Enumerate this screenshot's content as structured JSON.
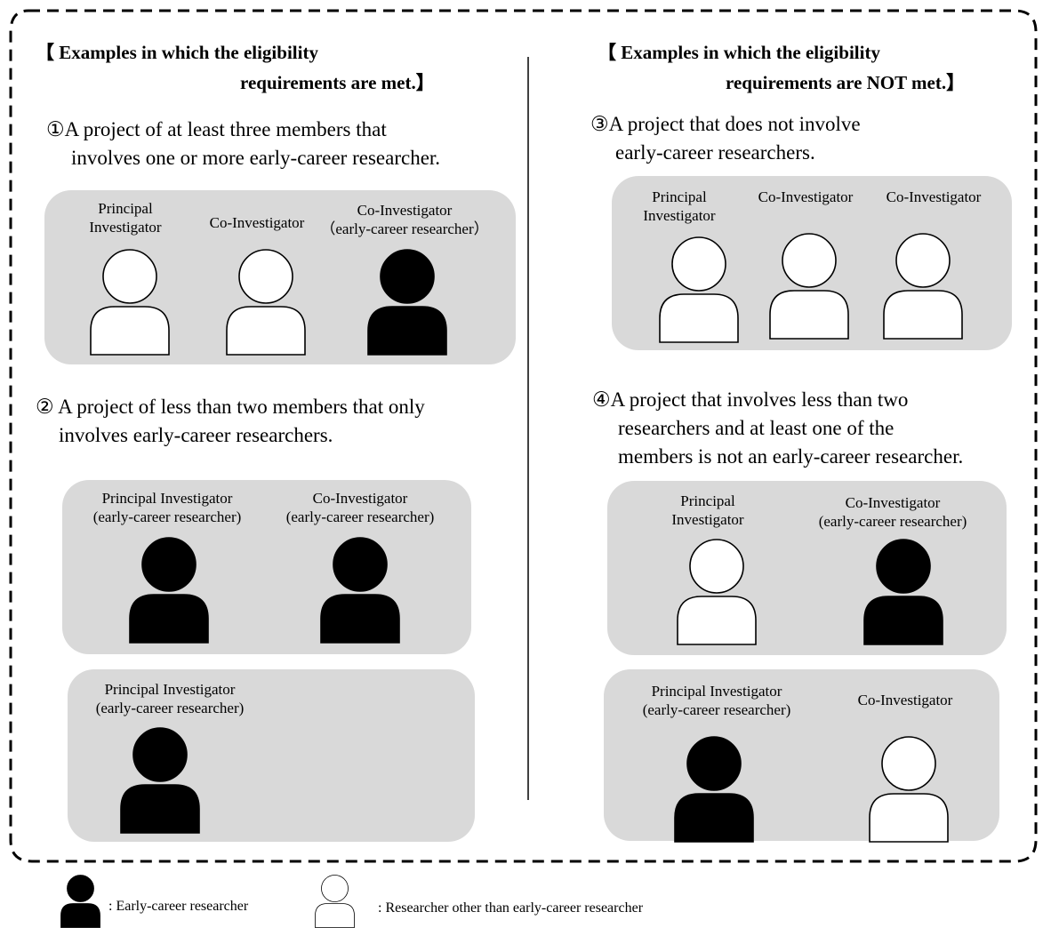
{
  "left": {
    "heading_line1": "【 Examples in which the eligibility",
    "heading_line2": "requirements are met.】",
    "ex1": {
      "line1": "①A project of at least three members that",
      "line2": "involves one or more early-career researcher.",
      "members": [
        {
          "role_line1": "Principal",
          "role_line2": "Investigator",
          "type": "other"
        },
        {
          "role_line1": "Co-Investigator",
          "role_line2": "",
          "type": "other"
        },
        {
          "role_line1": "Co-Investigator",
          "role_line2": "（early-career researcher）",
          "type": "early-career"
        }
      ]
    },
    "ex2": {
      "line1": "② A project of less than two members that only",
      "line2": "involves early-career researchers.",
      "group_a": [
        {
          "role_line1": "Principal Investigator",
          "role_line2": "(early-career researcher)",
          "type": "early-career"
        },
        {
          "role_line1": "Co-Investigator",
          "role_line2": "(early-career researcher)",
          "type": "early-career"
        }
      ],
      "group_b": [
        {
          "role_line1": "Principal Investigator",
          "role_line2": "(early-career researcher)",
          "type": "early-career"
        }
      ]
    }
  },
  "right": {
    "heading_line1": "【 Examples in which the eligibility",
    "heading_line2": "requirements are NOT met.】",
    "ex3": {
      "line1": "③A project that does not involve",
      "line2": "early-career researchers.",
      "members": [
        {
          "role_line1": "Principal",
          "role_line2": "Investigator",
          "type": "other"
        },
        {
          "role_line1": "Co-Investigator",
          "role_line2": "",
          "type": "other"
        },
        {
          "role_line1": "Co-Investigator",
          "role_line2": "",
          "type": "other"
        }
      ]
    },
    "ex4": {
      "line1": "④A project that involves less than two",
      "line2": "researchers and at least one of the",
      "line3": "members is not an early-career researcher.",
      "group_a": [
        {
          "role_line1": "Principal",
          "role_line2": "Investigator",
          "type": "other"
        },
        {
          "role_line1": "Co-Investigator",
          "role_line2": "(early-career researcher)",
          "type": "early-career"
        }
      ],
      "group_b": [
        {
          "role_line1": "Principal Investigator",
          "role_line2": "(early-career researcher)",
          "type": "early-career"
        },
        {
          "role_line1": "Co-Investigator",
          "role_line2": "",
          "type": "other"
        }
      ]
    }
  },
  "legend": {
    "early_career": ": Early-career researcher",
    "other": ": Researcher other than early-career researcher"
  },
  "colors": {
    "panel": "#d9d9d9",
    "early_career_fill": "#000000",
    "other_fill": "#ffffff",
    "outline": "#000000"
  }
}
